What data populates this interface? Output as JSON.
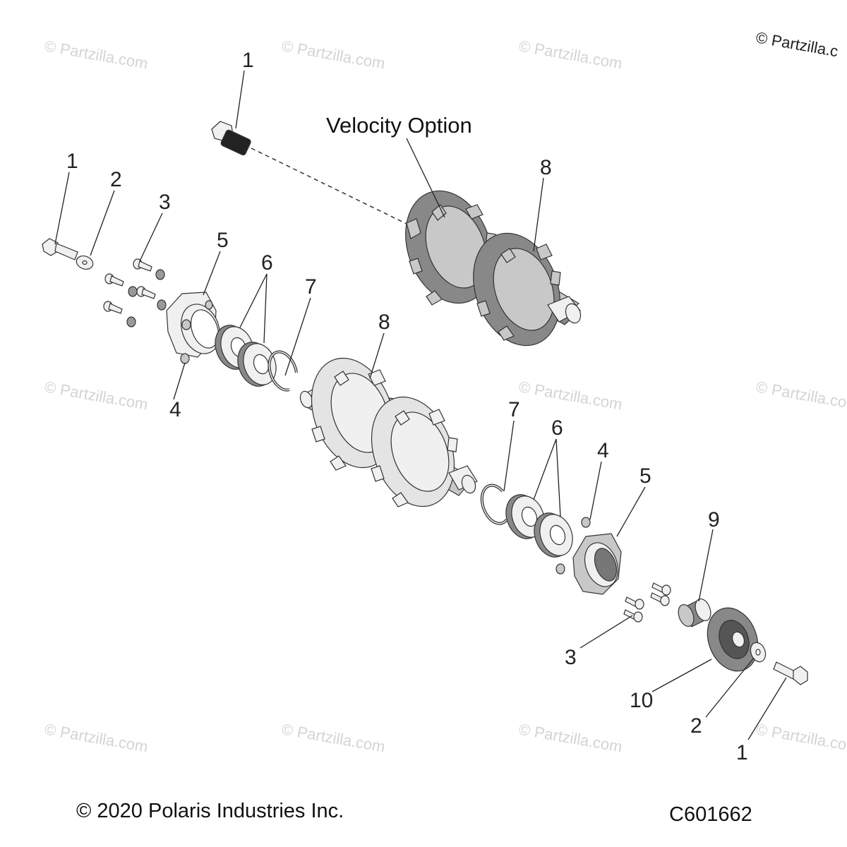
{
  "watermark": {
    "text": "© Partzilla.com",
    "top_right": "© Partzilla.c"
  },
  "option_label": "Velocity Option",
  "callouts": {
    "c1_top": "1",
    "c1_left": "1",
    "c2_left": "2",
    "c3_left": "3",
    "c5_left": "5",
    "c6_left": "6",
    "c7_left": "7",
    "c4_left": "4",
    "c8_top": "8",
    "c8_mid": "8",
    "c7_right": "7",
    "c6_right": "6",
    "c4_right": "4",
    "c5_right": "5",
    "c9": "9",
    "c3_right": "3",
    "c10": "10",
    "c2_right": "2",
    "c1_right": "1"
  },
  "footer": {
    "copyright": "© 2020 Polaris Industries Inc.",
    "code": "C601662"
  }
}
